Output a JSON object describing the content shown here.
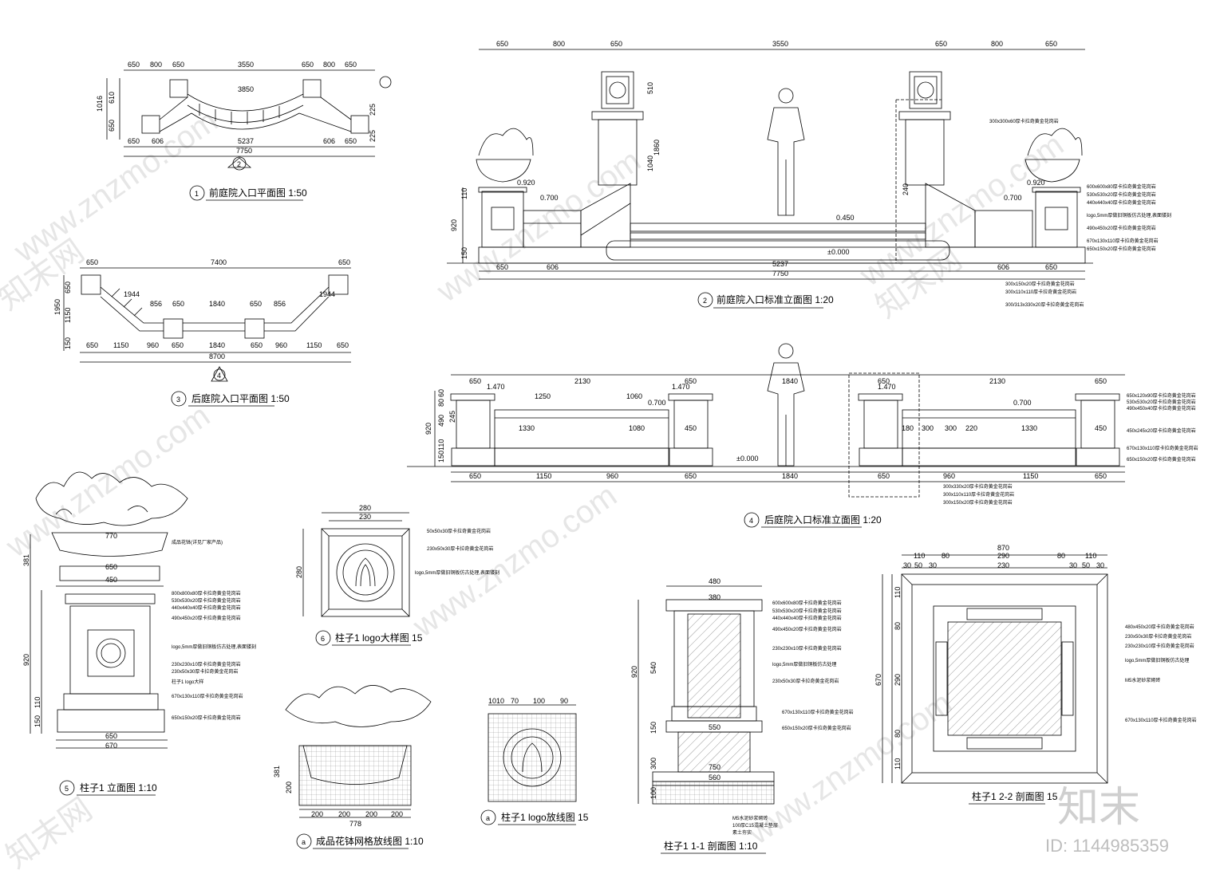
{
  "watermark": {
    "site": "www.znzmo.com",
    "brand": "知末网",
    "logo": "知末",
    "id_label": "ID: 1144985359"
  },
  "titles": {
    "t1": "前庭院入口平面图 1:50",
    "t2": "前庭院入口标准立面图 1:20",
    "t3": "后庭院入口平面图 1:50",
    "t4": "后庭院入口标准立面图 1:20",
    "t5": "柱子1  立面图 1:10",
    "t6": "柱子1 logo大样图 15",
    "ta": "成品花钵网格放线图 1:10",
    "ta2": "柱子1 logo放线图 15",
    "t11": "柱子1  1-1 剖面图 1:10",
    "t22": "柱子1 2-2 剖面图 15"
  },
  "markers": {
    "n1": "1",
    "n2": "2",
    "n3": "3",
    "n4": "4",
    "n5": "5",
    "n6": "6",
    "a": "a"
  },
  "plan1": {
    "top_dims": [
      "650",
      "800",
      "650",
      "3550",
      "650",
      "800",
      "650"
    ],
    "arc_dim": "3850",
    "bottom_dims": [
      "650",
      "606",
      "5237",
      "606",
      "650"
    ],
    "total": "7750",
    "left_dims": [
      "1016",
      "610",
      "650"
    ],
    "right_dims": [
      "225",
      "225"
    ]
  },
  "elev2": {
    "top_dims": [
      "650",
      "800",
      "650",
      "3550",
      "650",
      "800",
      "650"
    ],
    "bottom_dims": [
      "650",
      "606",
      "5237",
      "606",
      "650"
    ],
    "total": "7750",
    "levels": [
      "0.920",
      "0.700",
      "0.450",
      "±0.000",
      "0.920",
      "0.700"
    ],
    "left_dims": [
      "920",
      "150",
      "110"
    ],
    "column_dims": [
      "1860",
      "1040",
      "510",
      "240"
    ],
    "notes_right": [
      "300x300x60厚卡拉奇黄金花岗岩",
      "600x600x80厚卡拉奇黄金花岗岩",
      "530x530x20厚卡拉奇黄金花岗岩",
      "440x440x40厚卡拉奇黄金花岗岩",
      "logo,5mm厚做旧铜板仿古处理,表面镂刻",
      "490x450x20厚卡拉奇黄金花岗岩",
      "670x130x110厚卡拉奇黄金花岗岩",
      "650x150x20厚卡拉奇黄金花岗岩"
    ],
    "notes_bottom": [
      "300x150x20厚卡拉奇黄金花岗岩",
      "300x110x110厚卡拉奇黄金花岗岩",
      "300/313x330x20厚卡拉奇黄金花岗岩"
    ]
  },
  "plan3": {
    "top_dims": [
      "650",
      "7400",
      "650"
    ],
    "mid_dims": [
      "1944",
      "856",
      "650",
      "1840",
      "650",
      "856",
      "1944"
    ],
    "bottom_dims": [
      "650",
      "1150",
      "960",
      "650",
      "1840",
      "650",
      "960",
      "1150",
      "650"
    ],
    "total": "8700",
    "left_dims": [
      "1950",
      "650",
      "1150",
      "150"
    ]
  },
  "elev4": {
    "top_dims": [
      "650",
      "2130",
      "650",
      "1840",
      "650",
      "2130",
      "650"
    ],
    "mid_dims": [
      "1250",
      "1060",
      "1330",
      "1080",
      "450",
      "180",
      "300",
      "300",
      "220",
      "1330",
      "450"
    ],
    "bottom_dims": [
      "650",
      "1150",
      "960",
      "650",
      "1840",
      "650",
      "960",
      "1150",
      "650"
    ],
    "levels": [
      "1.470",
      "0.700",
      "1.470",
      "0.700",
      "±0.000",
      "1.470"
    ],
    "left_dims": [
      "920",
      "490",
      "245",
      "150",
      "110",
      "80",
      "60"
    ],
    "notes_right": [
      "650x120x90厚卡拉奇黄金花岗岩",
      "530x530x20厚卡拉奇黄金花岗岩",
      "490x450x40厚卡拉奇黄金花岗岩",
      "450x245x20厚卡拉奇黄金花岗岩",
      "670x130x110厚卡拉奇黄金花岗岩",
      "650x150x20厚卡拉奇黄金花岗岩"
    ],
    "notes_bottom": [
      "300x330x20厚卡拉奇黄金花岗岩",
      "300x110x110厚卡拉奇黄金花岗岩",
      "300x150x20厚卡拉奇黄金花岗岩"
    ]
  },
  "column5": {
    "top_dims": [
      "770",
      "650",
      "450"
    ],
    "bottom_dims": [
      "650",
      "670"
    ],
    "left_dims": [
      "381",
      "920",
      "110",
      "150"
    ],
    "notes": [
      "成品花钵(详见厂家产品)",
      "800x800x80厚卡拉奇黄金花岗岩",
      "530x530x20厚卡拉奇黄金花岗岩",
      "440x440x40厚卡拉奇黄金花岗岩",
      "490x450x20厚卡拉奇黄金花岗岩",
      "logo,5mm厚做旧铜板仿古处理,表面镂刻",
      "230x230x10厚卡拉奇黄金花岗岩",
      "230x50x30厚卡拉奇黄金花岗岩",
      "柱子1 logo大样",
      "670x130x110厚卡拉奇黄金花岗岩",
      "650x150x20厚卡拉奇黄金花岗岩"
    ]
  },
  "logo6": {
    "dims": [
      "280",
      "230"
    ],
    "notes": [
      "50x50x30厚卡拉奇黄金花岗岩",
      "230x50x30厚卡拉奇黄金花岗岩",
      "logo,5mm厚做旧铜板仿古处理,表面镂刻"
    ]
  },
  "gridA": {
    "bottom_dims": [
      "200",
      "200",
      "200",
      "200",
      "778"
    ],
    "left_dims": [
      "381",
      "200"
    ]
  },
  "gridA2": {
    "top_dims": [
      "10",
      "10",
      "70",
      "100",
      "90"
    ]
  },
  "section11": {
    "top_dims": [
      "480",
      "380"
    ],
    "left_dims": [
      "540",
      "920",
      "300",
      "150",
      "100"
    ],
    "bottom_dims": [
      "750",
      "550",
      "560"
    ],
    "notes": [
      "600x600x80厚卡拉奇黄金花岗岩",
      "530x530x20厚卡拉奇黄金花岗岩",
      "440x440x40厚卡拉奇黄金花岗岩",
      "490x450x20厚卡拉奇黄金花岗岩",
      "230x230x10厚卡拉奇黄金花岗岩",
      "logo,5mm厚做旧铜板仿古处理",
      "230x50x30厚卡拉奇黄金花岗岩",
      "670x130x110厚卡拉奇黄金花岗岩",
      "650x150x20厚卡拉奇黄金花岗岩"
    ],
    "foot_notes": [
      "M5水泥砂浆砌砖",
      "100厚C15混凝土垫层",
      "素土夯实"
    ]
  },
  "section22": {
    "top_dims": [
      "870",
      "110",
      "80",
      "290",
      "80",
      "110"
    ],
    "row2": [
      "30",
      "50",
      "30",
      "230",
      "30",
      "50",
      "30"
    ],
    "left_dims": [
      "110",
      "80",
      "290",
      "80",
      "110",
      "670"
    ],
    "notes": [
      "480x450x20厚卡拉奇黄金花岗岩",
      "230x50x30厚卡拉奇黄金花岗岩",
      "230x230x10厚卡拉奇黄金花岗岩",
      "logo,5mm厚做旧铜板仿古处理",
      "M5水泥砂浆砌砖",
      "670x130x110厚卡拉奇黄金花岗岩"
    ]
  }
}
